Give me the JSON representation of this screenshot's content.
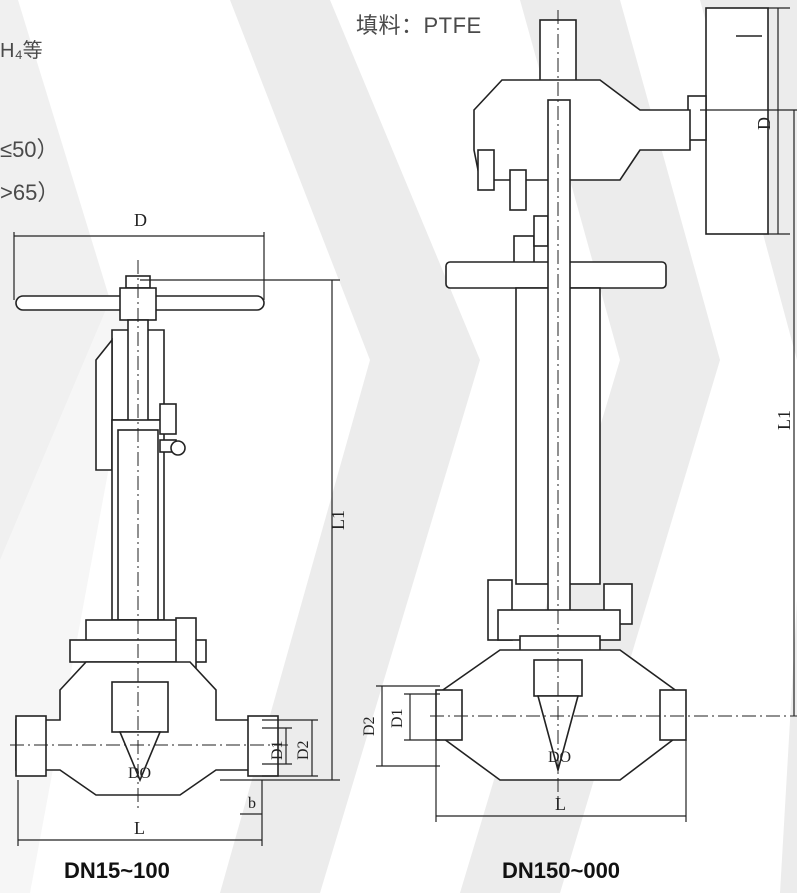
{
  "specs": {
    "filler": "填料：PTFE",
    "medium_fragment": "H₄等",
    "temp_fragment_1": "≤50）",
    "temp_fragment_2": ">65）"
  },
  "left_drawing": {
    "caption": "DN15~100",
    "dims": {
      "D": "D",
      "L1": "L1",
      "D1": "D1",
      "D2": "D2",
      "DO": "DO",
      "b": "b",
      "L": "L"
    }
  },
  "right_drawing": {
    "caption": "DN150~000",
    "dims": {
      "D": "D",
      "L1": "L1",
      "D1": "D1",
      "D2": "D2",
      "DO": "DO",
      "L": "L"
    }
  },
  "colors": {
    "line": "#222222",
    "fill": "#ffffff",
    "band": "#e9e9e9"
  }
}
